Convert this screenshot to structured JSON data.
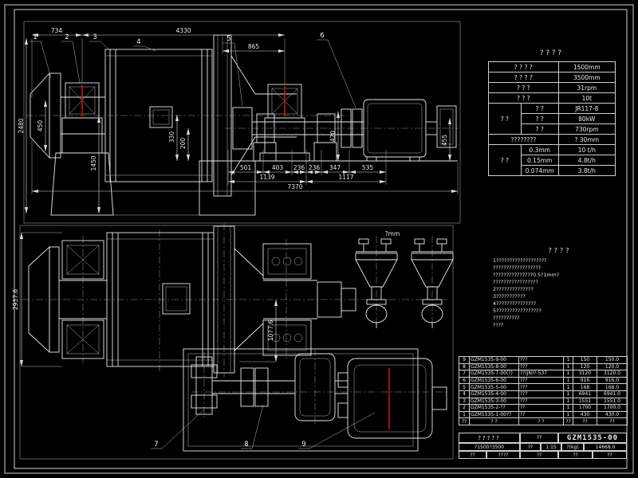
{
  "sheet": {
    "bg": "#000000",
    "line_color": "#e8e8e8",
    "red_accent": "#c41414"
  },
  "spec_table": {
    "title": "????",
    "rows": [
      {
        "label": "? ? ? ?",
        "value": "1500mm"
      },
      {
        "label": "? ? ? ?",
        "value": "3500mm"
      },
      {
        "label": "? ? ?",
        "value": "31rpm"
      },
      {
        "label": "? ? ?",
        "value": "10t"
      }
    ],
    "motor": {
      "label": "? ?",
      "rows": [
        {
          "mid": "? ?",
          "value": "JR117-8"
        },
        {
          "mid": "? ?",
          "value": "80kW"
        },
        {
          "mid": "? ?",
          "value": "730rpm"
        }
      ]
    },
    "feed": {
      "label": "????????",
      "value": "? 30mm"
    },
    "capacity": {
      "label": "? ?",
      "rows": [
        {
          "mid": "0.3mm",
          "value": "10 t/h"
        },
        {
          "mid": "0.15mm",
          "value": "4.8t/h"
        },
        {
          "mid": "0.074mm",
          "value": "3.8t/h"
        }
      ]
    }
  },
  "notes": {
    "title": "????",
    "lines": [
      "1???????????????????",
      "??????????????????",
      "???????????????0.5?1mm?",
      "?????????????????",
      "2??????????????",
      "3???????????",
      "4???????????????",
      "5?????????????????",
      "??????????",
      "????"
    ]
  },
  "bom": {
    "header": {
      "seq": "??",
      "code": "? ?",
      "name": "? ?",
      "qty": "??",
      "weight": "??",
      "total": "??"
    },
    "rows": [
      {
        "seq": "9",
        "code": "GZM1535-9-00",
        "name": "???",
        "qty": "1",
        "weight": "150",
        "total": "150.0"
      },
      {
        "seq": "8",
        "code": "GZM1535-8-00",
        "name": "???",
        "qty": "1",
        "weight": "120",
        "total": "120.0"
      },
      {
        "seq": "7",
        "code": "GZM1535-7-00(?)",
        "name": "??(JN)?-537",
        "qty": "1",
        "weight": "3120",
        "total": "3120.0"
      },
      {
        "seq": "6",
        "code": "GZM1535-6-00",
        "name": "???",
        "qty": "1",
        "weight": "916",
        "total": "916.0"
      },
      {
        "seq": "5",
        "code": "GZM1535-5-00",
        "name": "???",
        "qty": "1",
        "weight": "168",
        "total": "168.0"
      },
      {
        "seq": "4",
        "code": "GZM1535-4-00",
        "name": "???",
        "qty": "1",
        "weight": "6941",
        "total": "6941.0"
      },
      {
        "seq": "3",
        "code": "GZM1535-3-00",
        "name": "???",
        "qty": "1",
        "weight": "1551",
        "total": "1551.0"
      },
      {
        "seq": "2",
        "code": "GZM1535-2-??",
        "name": "??",
        "qty": "1",
        "weight": "1700",
        "total": "1700.0"
      },
      {
        "seq": "1",
        "code": "GZM1535-1-00??",
        "name": "??",
        "qty": "1",
        "weight": "430",
        "total": "430.0"
      }
    ]
  },
  "title_block": {
    "product_name": "?????",
    "view_label": "??",
    "drawing_no": "GZM1535-00",
    "spec": "?1500?3500",
    "scale_label": "??",
    "scale": "1:15",
    "weight_label": "?(kg)",
    "weight": "14668.0",
    "row3": [
      "??",
      "????",
      "??",
      "??",
      "??"
    ]
  },
  "dims": {
    "d734": "734",
    "d4330": "4330",
    "d865": "865",
    "d2480": "2480",
    "d450": "450",
    "d1450": "1450",
    "d330": "330",
    "d200": "200",
    "d420": "420",
    "d455": "455",
    "d501": "501",
    "d403": "403",
    "d236a": "236",
    "d236b": "236",
    "d347": "347",
    "d535": "535",
    "d1139": "1139",
    "d1117": "1117",
    "d7370": "7370",
    "d2937_6": "2937.6",
    "d1077_6": "1077.6"
  },
  "callouts": {
    "c1": "1",
    "c2": "2",
    "c3": "3",
    "c4": "4",
    "c5": "5",
    "c6": "6",
    "c7": "7",
    "c8": "8",
    "c9": "9"
  },
  "labels": {
    "oil_cup_note": "?mm"
  }
}
